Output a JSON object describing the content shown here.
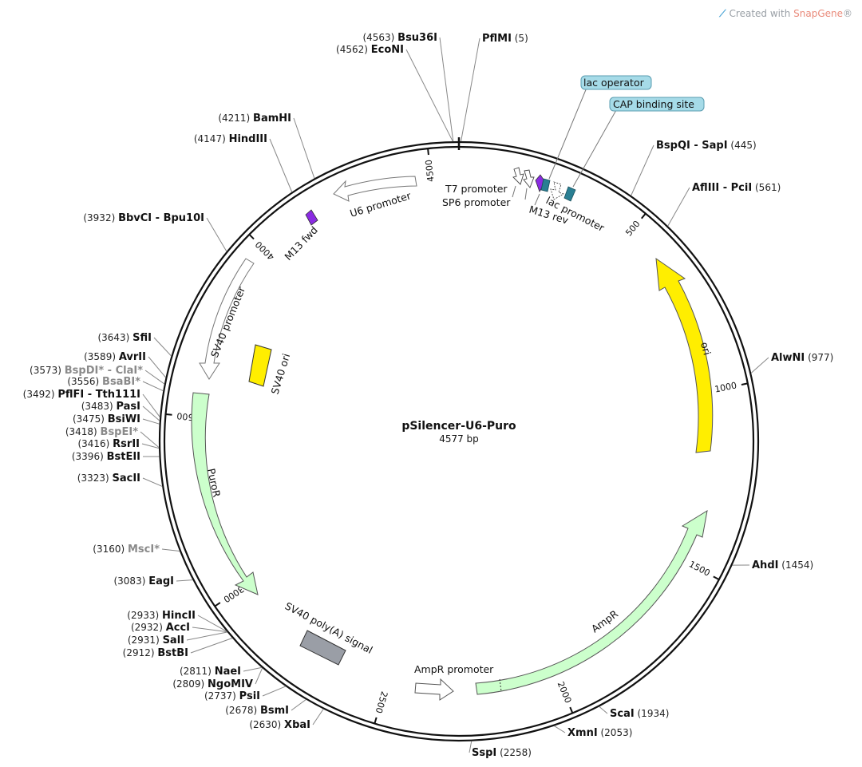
{
  "watermark": {
    "prefix": "Created with ",
    "brand": "SnapGene",
    "suffix": "®"
  },
  "plasmid": {
    "name": "pSilencer-U6-Puro",
    "size_label": "4577 bp",
    "length": 4577
  },
  "ticks": [
    {
      "pos": 500,
      "label": "500"
    },
    {
      "pos": 1000,
      "label": "1000"
    },
    {
      "pos": 1500,
      "label": "1500"
    },
    {
      "pos": 2000,
      "label": "2000"
    },
    {
      "pos": 2500,
      "label": "2500"
    },
    {
      "pos": 3000,
      "label": "3000"
    },
    {
      "pos": 3500,
      "label": "3500"
    },
    {
      "pos": 4000,
      "label": "4000"
    },
    {
      "pos": 4500,
      "label": "4500"
    }
  ],
  "sites": [
    {
      "name": "PflMI",
      "pos": "(5)",
      "bp": 5,
      "gray": false
    },
    {
      "name": "Bsu36I",
      "pos": "(4563)",
      "bp": 4563,
      "gray": false
    },
    {
      "name": "EcoNI",
      "pos": "(4562)",
      "bp": 4562,
      "gray": false
    },
    {
      "name": "BamHI",
      "pos": "(4211)",
      "bp": 4211,
      "gray": false
    },
    {
      "name": "HindIII",
      "pos": "(4147)",
      "bp": 4147,
      "gray": false
    },
    {
      "name": "BspQI - SapI",
      "pos": "(445)",
      "bp": 445,
      "gray": false
    },
    {
      "name": "AflIII - PciI",
      "pos": "(561)",
      "bp": 561,
      "gray": false
    },
    {
      "name": "BbvCI - Bpu10I",
      "pos": "(3932)",
      "bp": 3932,
      "gray": false
    },
    {
      "name": "AlwNI",
      "pos": "(977)",
      "bp": 977,
      "gray": false
    },
    {
      "name": "SfiI",
      "pos": "(3643)",
      "bp": 3643,
      "gray": false
    },
    {
      "name": "AvrII",
      "pos": "(3589)",
      "bp": 3589,
      "gray": false
    },
    {
      "name": "BspDI* - ClaI*",
      "pos": "(3573)",
      "bp": 3573,
      "gray": true
    },
    {
      "name": "BsaBI*",
      "pos": "(3556)",
      "bp": 3556,
      "gray": true
    },
    {
      "name": "PflFI - Tth111I",
      "pos": "(3492)",
      "bp": 3492,
      "gray": false
    },
    {
      "name": "PasI",
      "pos": "(3483)",
      "bp": 3483,
      "gray": false
    },
    {
      "name": "BsiWI",
      "pos": "(3475)",
      "bp": 3475,
      "gray": false
    },
    {
      "name": "BspEI*",
      "pos": "(3418)",
      "bp": 3418,
      "gray": true
    },
    {
      "name": "RsrII",
      "pos": "(3416)",
      "bp": 3416,
      "gray": false
    },
    {
      "name": "BstEII",
      "pos": "(3396)",
      "bp": 3396,
      "gray": false
    },
    {
      "name": "SacII",
      "pos": "(3323)",
      "bp": 3323,
      "gray": false
    },
    {
      "name": "MscI*",
      "pos": "(3160)",
      "bp": 3160,
      "gray": true
    },
    {
      "name": "EagI",
      "pos": "(3083)",
      "bp": 3083,
      "gray": false
    },
    {
      "name": "AhdI",
      "pos": "(1454)",
      "bp": 1454,
      "gray": false
    },
    {
      "name": "HincII",
      "pos": "(2933)",
      "bp": 2933,
      "gray": false
    },
    {
      "name": "AccI",
      "pos": "(2932)",
      "bp": 2932,
      "gray": false
    },
    {
      "name": "SalI",
      "pos": "(2931)",
      "bp": 2931,
      "gray": false
    },
    {
      "name": "BstBI",
      "pos": "(2912)",
      "bp": 2912,
      "gray": false
    },
    {
      "name": "NaeI",
      "pos": "(2811)",
      "bp": 2811,
      "gray": false
    },
    {
      "name": "NgoMIV",
      "pos": "(2809)",
      "bp": 2809,
      "gray": false
    },
    {
      "name": "PsiI",
      "pos": "(2737)",
      "bp": 2737,
      "gray": false
    },
    {
      "name": "BsmI",
      "pos": "(2678)",
      "bp": 2678,
      "gray": false
    },
    {
      "name": "XbaI",
      "pos": "(2630)",
      "bp": 2630,
      "gray": false
    },
    {
      "name": "SspI",
      "pos": "(2258)",
      "bp": 2258,
      "gray": false
    },
    {
      "name": "XmnI",
      "pos": "(2053)",
      "bp": 2053,
      "gray": false
    },
    {
      "name": "ScaI",
      "pos": "(1934)",
      "bp": 1934,
      "gray": false
    }
  ],
  "features": [
    {
      "name": "U6 promoter",
      "color": "#ffffff"
    },
    {
      "name": "M13 fwd",
      "color": "#8a2be2"
    },
    {
      "name": "SV40 promoter",
      "color": "#ffffff"
    },
    {
      "name": "SV40 ori",
      "color": "#ffee00"
    },
    {
      "name": "PuroR",
      "color": "#ccffcc"
    },
    {
      "name": "SV40 poly(A) signal",
      "color": "#9a9ea6"
    },
    {
      "name": "AmpR promoter",
      "color": "#ffffff"
    },
    {
      "name": "AmpR",
      "color": "#ccffcc"
    },
    {
      "name": "ori",
      "color": "#ffee00"
    },
    {
      "name": "T7 promoter",
      "color": "#ffffff"
    },
    {
      "name": "SP6 promoter",
      "color": "#ffffff"
    },
    {
      "name": "M13 rev",
      "color": "#8a2be2"
    },
    {
      "name": "lac promoter",
      "color": "#ffffff"
    },
    {
      "name": "lac operator",
      "color": "#a6dbe8"
    },
    {
      "name": "CAP binding site",
      "color": "#a6dbe8"
    }
  ]
}
